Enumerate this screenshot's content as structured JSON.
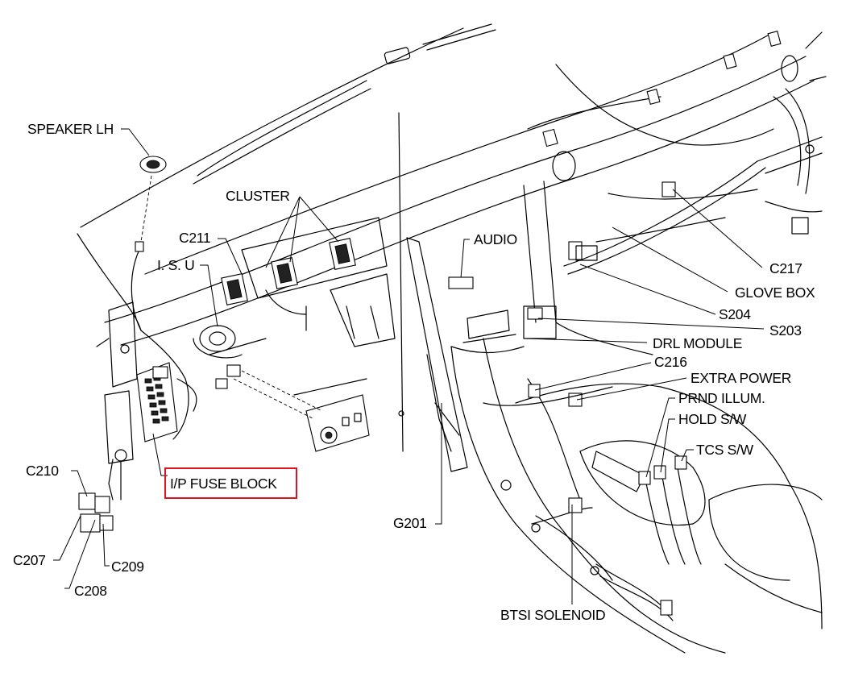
{
  "labels": {
    "speaker_lh": "SPEAKER LH",
    "cluster": "CLUSTER",
    "c211": "C211",
    "isu": "I. S. U",
    "audio": "AUDIO",
    "c217": "C217",
    "glove_box": "GLOVE BOX",
    "s204": "S204",
    "s203": "S203",
    "drl_module": "DRL MODULE",
    "c216": "C216",
    "extra_power": "EXTRA POWER",
    "prnd_illum": "PRND ILLUM.",
    "hold_sw": "HOLD S/W",
    "tcs_sw": "TCS S/W",
    "ip_fuse_block": "I/P FUSE BLOCK",
    "c210": "C210",
    "c207": "C207",
    "c209": "C209",
    "c208": "C208",
    "g201": "G201",
    "btsi_solenoid": "BTSI SOLENOID"
  },
  "highlight": {
    "target": "ip_fuse_block",
    "color": "#e0141e"
  }
}
